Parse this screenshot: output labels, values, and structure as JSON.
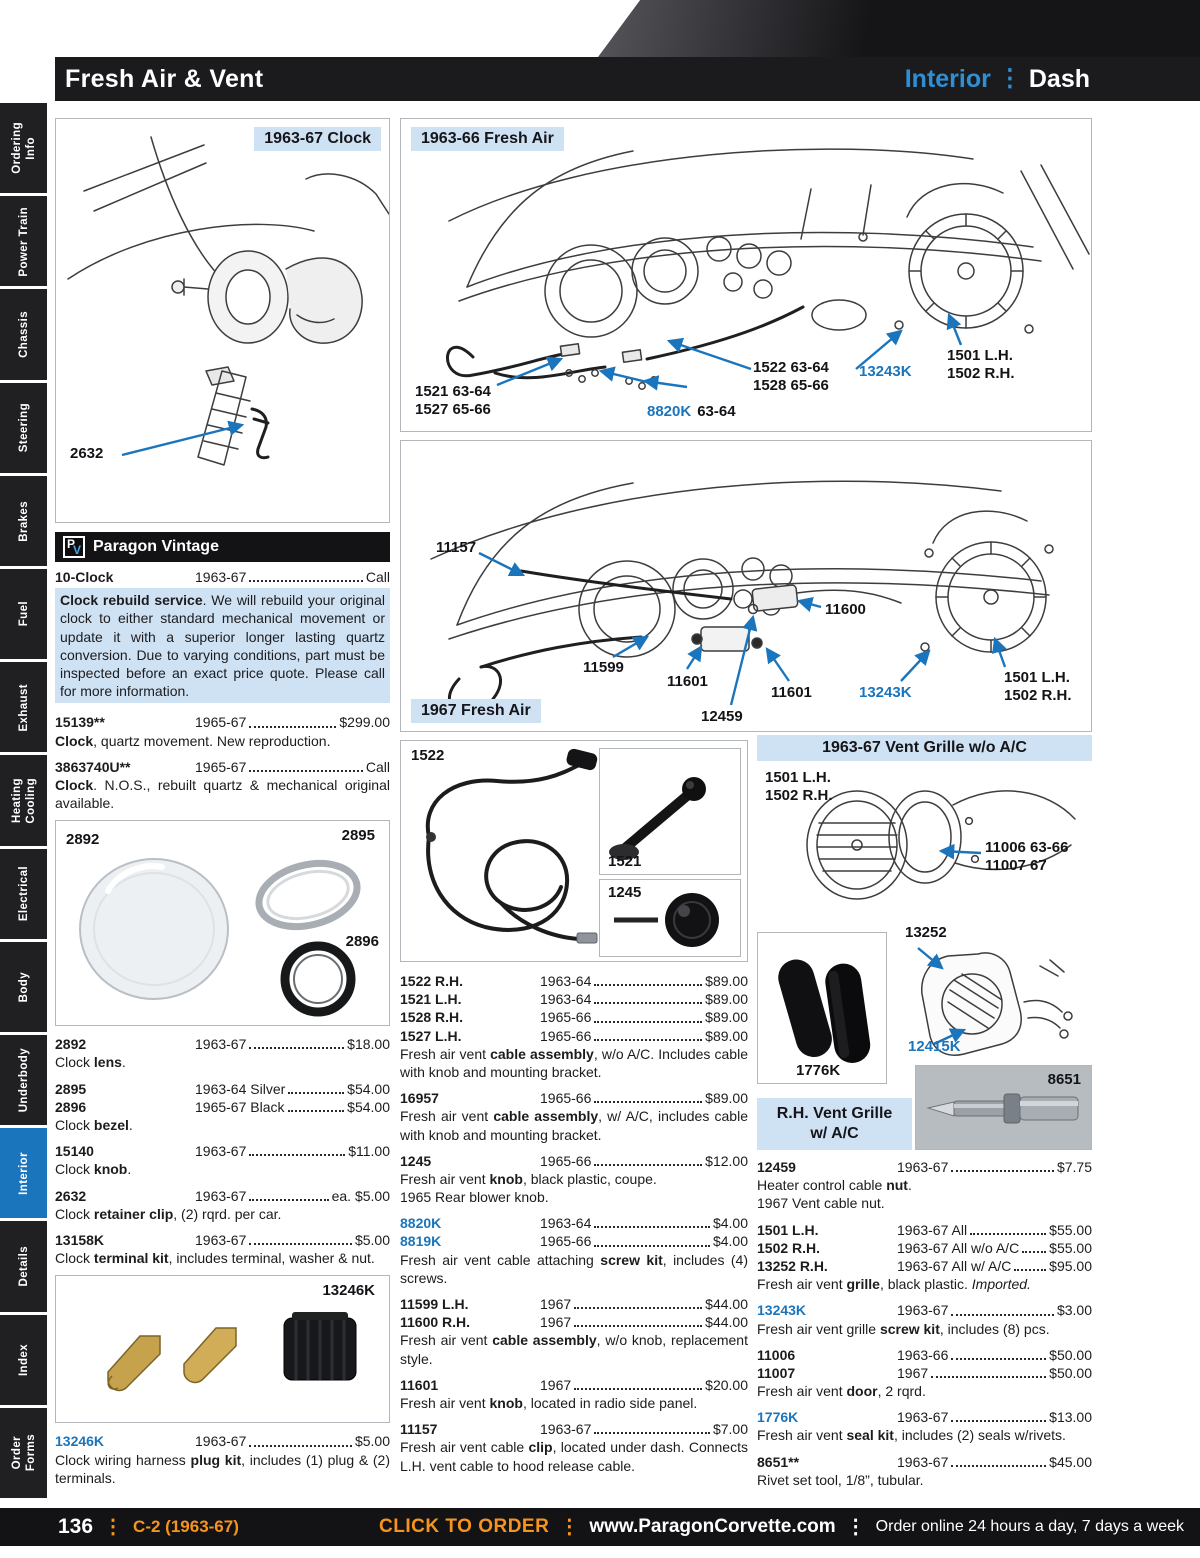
{
  "theme": {
    "accent": "#1b75bc",
    "tag_bg": "#cfe2f4",
    "bar_bg": "#131316",
    "orange": "#f7941d"
  },
  "header": {
    "title": "Fresh Air & Vent",
    "section": "Interior",
    "divider": "⋮",
    "subsection": "Dash"
  },
  "sidebar": {
    "items": [
      {
        "lines": [
          "Ordering",
          "Info"
        ]
      },
      {
        "lines": [
          "Power Train"
        ]
      },
      {
        "lines": [
          "Chassis"
        ]
      },
      {
        "lines": [
          "Steering"
        ]
      },
      {
        "lines": [
          "Brakes"
        ]
      },
      {
        "lines": [
          "Fuel"
        ]
      },
      {
        "lines": [
          "Exhaust"
        ]
      },
      {
        "lines": [
          "Heating",
          "Cooling"
        ]
      },
      {
        "lines": [
          "Electrical"
        ]
      },
      {
        "lines": [
          "Body"
        ]
      },
      {
        "lines": [
          "Underbody"
        ]
      },
      {
        "lines": [
          "Interior"
        ],
        "active": true
      },
      {
        "lines": [
          "Details"
        ]
      },
      {
        "lines": [
          "Index"
        ]
      },
      {
        "lines": [
          "Order",
          "Forms"
        ]
      }
    ]
  },
  "clock_box": {
    "tag": "1963-67 Clock",
    "callout_2632": "2632"
  },
  "fa1": {
    "tag": "1963-66 Fresh Air",
    "cable_lh": "1521 63-64\n1527 65-66",
    "screws": [
      {
        "part": "8820K",
        "fit": "63-64"
      },
      {
        "part": "8819K",
        "fit": "65-66"
      }
    ],
    "cable_rh": "1522 63-64\n1528 65-66",
    "screwkit": "13243K",
    "grille": "1501 L.H.\n1502 R.H."
  },
  "fa2": {
    "tag": "1967 Fresh Air",
    "c1": "11157",
    "c2": "11599",
    "c3": "11601",
    "c4": "12459",
    "c5": "11601",
    "c6": "11600",
    "c7": "13243K",
    "grille": "1501 L.H.\n1502 R.H."
  },
  "vent_box": {
    "tag": "1963-67 Vent Grille w/o A/C",
    "lh_rh": "1501 L.H.\n1502 R.H.",
    "door": "11006 63-66\n11007 67"
  },
  "photo_labels": {
    "lens": "2892",
    "bezel_silver": "2895",
    "bezel_black": "2896",
    "plugkit": "13246K",
    "cable": "1522",
    "knob_lever": "1521",
    "knob_round": "1245",
    "sealkit": "1776K",
    "grille_ac": "13252",
    "hardware": "12415K",
    "rivet_tool": "8651",
    "rh_caption": "R.H. Vent Grille\nw/ A/C"
  },
  "paragon": {
    "brand": "Paragon Vintage",
    "logo_p": "P",
    "logo_v": "V",
    "row": {
      "part": "10-Clock",
      "fit": "1963-67",
      "price": "Call"
    },
    "body": [
      [
        {
          "t": "Clock rebuild service",
          "s": "b"
        },
        {
          "t": ". We will rebuild your original clock to either standard mechanical movement or update it with a superior longer lasting quartz conversion. Due to varying conditions, part must be inspected before an exact price quote. Please call for more information.",
          "s": ""
        }
      ]
    ]
  },
  "col1_blocks_a": [
    {
      "rows": [
        {
          "part": "15139**",
          "fit": "1965-67",
          "price": "$299.00"
        }
      ],
      "desc": [
        [
          {
            "t": "Clock",
            "s": "b"
          },
          {
            "t": ", quartz movement. New reproduction.",
            "s": ""
          }
        ]
      ]
    },
    {
      "rows": [
        {
          "part": "3863740U**",
          "fit": "1965-67",
          "price": "Call"
        }
      ],
      "desc": [
        [
          {
            "t": "Clock",
            "s": "b"
          },
          {
            "t": ". N.O.S., rebuilt quartz & mechanical original available.",
            "s": ""
          }
        ]
      ]
    }
  ],
  "col1_blocks_b": [
    {
      "rows": [
        {
          "part": "2892",
          "fit": "1963-67",
          "price": "$18.00"
        }
      ],
      "desc": [
        [
          {
            "t": "Clock ",
            "s": ""
          },
          {
            "t": "lens",
            "s": "b"
          },
          {
            "t": ".",
            "s": ""
          }
        ]
      ]
    },
    {
      "rows": [
        {
          "part": "2895",
          "fit": "1963-64 Silver",
          "price": "$54.00"
        },
        {
          "part": "2896",
          "fit": "1965-67 Black",
          "price": "$54.00"
        }
      ],
      "desc": [
        [
          {
            "t": "Clock ",
            "s": ""
          },
          {
            "t": "bezel",
            "s": "b"
          },
          {
            "t": ".",
            "s": ""
          }
        ]
      ]
    },
    {
      "rows": [
        {
          "part": "15140",
          "fit": "1963-67",
          "price": "$11.00"
        }
      ],
      "desc": [
        [
          {
            "t": "Clock ",
            "s": ""
          },
          {
            "t": "knob",
            "s": "b"
          },
          {
            "t": ".",
            "s": ""
          }
        ]
      ]
    },
    {
      "rows": [
        {
          "part": "2632",
          "fit": "1963-67",
          "price": "ea. $5.00"
        }
      ],
      "desc": [
        [
          {
            "t": "Clock ",
            "s": ""
          },
          {
            "t": "retainer clip",
            "s": "b"
          },
          {
            "t": ", (2) rqrd. per car.",
            "s": ""
          }
        ]
      ]
    },
    {
      "rows": [
        {
          "part": "13158K",
          "fit": "1963-67",
          "price": "$5.00"
        }
      ],
      "desc": [
        [
          {
            "t": "Clock ",
            "s": ""
          },
          {
            "t": "terminal kit",
            "s": "b"
          },
          {
            "t": ", includes terminal, washer & nut.",
            "s": ""
          }
        ]
      ]
    }
  ],
  "col1_blocks_c": [
    {
      "rows": [
        {
          "part": "13246K",
          "blue": true,
          "fit": "1963-67",
          "price": "$5.00"
        }
      ],
      "desc": [
        [
          {
            "t": "Clock wiring harness ",
            "s": ""
          },
          {
            "t": "plug kit",
            "s": "b"
          },
          {
            "t": ", includes (1) plug & (2) terminals.",
            "s": ""
          }
        ]
      ]
    }
  ],
  "col2_blocks": [
    {
      "rows": [
        {
          "part": "1522 R.H.",
          "fit": "1963-64",
          "price": "$89.00"
        },
        {
          "part": "1521 L.H.",
          "fit": "1963-64",
          "price": "$89.00"
        },
        {
          "part": "1528 R.H.",
          "fit": "1965-66",
          "price": "$89.00"
        },
        {
          "part": "1527 L.H.",
          "fit": "1965-66",
          "price": "$89.00"
        }
      ],
      "desc": [
        [
          {
            "t": "Fresh air vent ",
            "s": ""
          },
          {
            "t": "cable assembly",
            "s": "b"
          },
          {
            "t": ", w/o A/C. Includes cable with knob and mounting bracket.",
            "s": ""
          }
        ]
      ]
    },
    {
      "rows": [
        {
          "part": "16957",
          "fit": "1965-66",
          "price": "$89.00"
        }
      ],
      "desc": [
        [
          {
            "t": "Fresh air vent ",
            "s": ""
          },
          {
            "t": "cable assembly",
            "s": "b"
          },
          {
            "t": ", w/ A/C, includes cable with knob and mounting bracket.",
            "s": ""
          }
        ]
      ]
    },
    {
      "rows": [
        {
          "part": "1245",
          "fit": "1965-66",
          "price": "$12.00"
        }
      ],
      "desc": [
        [
          {
            "t": "Fresh air vent ",
            "s": ""
          },
          {
            "t": "knob",
            "s": "b"
          },
          {
            "t": ", black plastic, coupe.",
            "s": ""
          }
        ],
        [
          {
            "t": "1965 Rear blower knob.",
            "s": ""
          }
        ]
      ]
    },
    {
      "rows": [
        {
          "part": "8820K",
          "blue": true,
          "fit": "1963-64",
          "price": "$4.00"
        },
        {
          "part": "8819K",
          "blue": true,
          "fit": "1965-66",
          "price": "$4.00"
        }
      ],
      "desc": [
        [
          {
            "t": "Fresh air vent cable attaching ",
            "s": ""
          },
          {
            "t": "screw kit",
            "s": "b"
          },
          {
            "t": ", includes (4) screws.",
            "s": ""
          }
        ]
      ]
    },
    {
      "rows": [
        {
          "part": "11599 L.H.",
          "fit": "1967",
          "price": "$44.00"
        },
        {
          "part": "11600 R.H.",
          "fit": "1967",
          "price": "$44.00"
        }
      ],
      "desc": [
        [
          {
            "t": "Fresh air vent ",
            "s": ""
          },
          {
            "t": "cable assembly",
            "s": "b"
          },
          {
            "t": ", w/o knob, replacement style.",
            "s": ""
          }
        ]
      ]
    },
    {
      "rows": [
        {
          "part": "11601",
          "fit": "1967",
          "price": "$20.00"
        }
      ],
      "desc": [
        [
          {
            "t": "Fresh air vent ",
            "s": ""
          },
          {
            "t": "knob",
            "s": "b"
          },
          {
            "t": ", located in radio side panel.",
            "s": ""
          }
        ]
      ]
    },
    {
      "rows": [
        {
          "part": "11157",
          "fit": "1963-67",
          "price": "$7.00"
        }
      ],
      "desc": [
        [
          {
            "t": "Fresh air vent cable ",
            "s": ""
          },
          {
            "t": "clip",
            "s": "b"
          },
          {
            "t": ", located under dash. Connects L.H. vent cable to hood release cable.",
            "s": ""
          }
        ]
      ]
    }
  ],
  "col3_blocks": [
    {
      "rows": [
        {
          "part": "12459",
          "fit": "1963-67",
          "price": "$7.75"
        }
      ],
      "desc": [
        [
          {
            "t": "Heater control cable ",
            "s": ""
          },
          {
            "t": "nut",
            "s": "b"
          },
          {
            "t": ".",
            "s": ""
          }
        ],
        [
          {
            "t": "1967 Vent cable nut.",
            "s": ""
          }
        ]
      ]
    },
    {
      "rows": [
        {
          "part": "1501 L.H.",
          "fit": "1963-67 All",
          "price": "$55.00"
        },
        {
          "part": "1502 R.H.",
          "fit": "1963-67 All w/o A/C",
          "price": "$55.00"
        },
        {
          "part": "13252 R.H.",
          "fit": "1963-67 All w/ A/C",
          "price": "$95.00"
        }
      ],
      "desc": [
        [
          {
            "t": "Fresh air vent ",
            "s": ""
          },
          {
            "t": "grille",
            "s": "b"
          },
          {
            "t": ", black plastic. ",
            "s": ""
          },
          {
            "t": "Imported.",
            "s": "i"
          }
        ]
      ]
    },
    {
      "rows": [
        {
          "part": "13243K",
          "blue": true,
          "fit": "1963-67",
          "price": "$3.00"
        }
      ],
      "desc": [
        [
          {
            "t": "Fresh air vent grille ",
            "s": ""
          },
          {
            "t": "screw kit",
            "s": "b"
          },
          {
            "t": ", includes (8) pcs.",
            "s": ""
          }
        ]
      ]
    },
    {
      "rows": [
        {
          "part": "11006",
          "fit": "1963-66",
          "price": "$50.00"
        },
        {
          "part": "11007",
          "fit": "1967",
          "price": "$50.00"
        }
      ],
      "desc": [
        [
          {
            "t": "Fresh air vent ",
            "s": ""
          },
          {
            "t": "door",
            "s": "b"
          },
          {
            "t": ", 2 rqrd.",
            "s": ""
          }
        ]
      ]
    },
    {
      "rows": [
        {
          "part": "1776K",
          "blue": true,
          "fit": "1963-67",
          "price": "$13.00"
        }
      ],
      "desc": [
        [
          {
            "t": "Fresh air vent ",
            "s": ""
          },
          {
            "t": "seal kit",
            "s": "b"
          },
          {
            "t": ", includes (2) seals w/rivets.",
            "s": ""
          }
        ]
      ]
    },
    {
      "rows": [
        {
          "part": "8651**",
          "fit": "1963-67",
          "price": "$45.00"
        }
      ],
      "desc": [
        [
          {
            "t": "Rivet set tool, 1/8”, tubular.",
            "s": ""
          }
        ]
      ]
    }
  ],
  "footer": {
    "page": "136",
    "div": "⋮",
    "code": "C-2 (1963-67)",
    "cta": "CLICK TO ORDER",
    "url": "www.ParagonCorvette.com",
    "tagline": "Order online 24 hours a day, 7 days a week"
  }
}
